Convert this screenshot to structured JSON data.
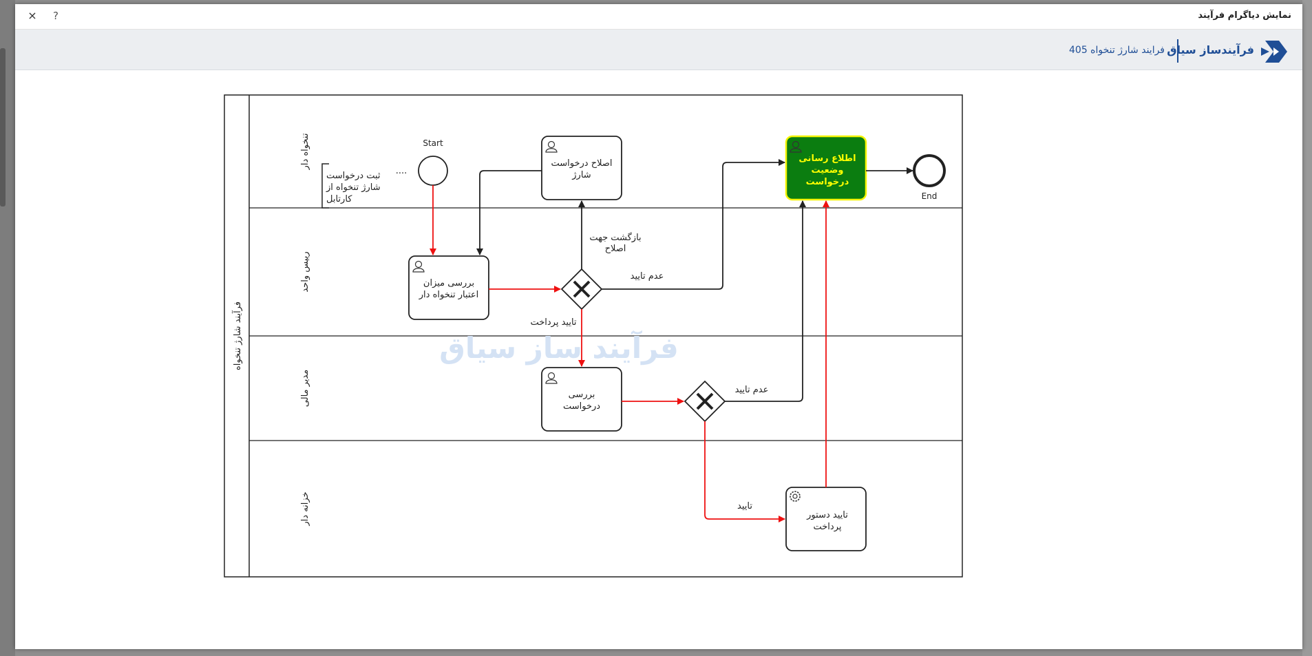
{
  "dialog": {
    "title": "نمایش دیاگرام فرآیند",
    "close_label": "×",
    "help_label": "?"
  },
  "header": {
    "brand_name": "فرآیندساز سیاق",
    "process_name": "فرایند شارژ تنخواه 405"
  },
  "diagram": {
    "pool_label": "فرآیند شارژ تنخواه",
    "watermark": "فرآیند ساز سیاق",
    "lanes": [
      "تنخواه دار",
      "رییس واحد",
      "مدیر مالی",
      "خزانه دار"
    ],
    "annotation": [
      "ثبت درخواست",
      "شارژ تنخواه از",
      "کارتابل"
    ],
    "annotation_dots": "....",
    "start_label": "Start",
    "end_label": "End",
    "tasks": {
      "review_credit": [
        "بررسی میزان",
        "اعتبار تنخواه دار"
      ],
      "fix_request": [
        "اصلاح درخواست",
        "شارژ"
      ],
      "notify_status": [
        "اطلاع رسانی",
        "وضعیت",
        "درخواست"
      ],
      "review_request": [
        "بررسی",
        "درخواست"
      ],
      "approve_payment": [
        "تایید دستور",
        "پرداخت"
      ]
    },
    "flows": {
      "return_for_fix": [
        "بازگشت جهت",
        "اصلاح"
      ],
      "reject_1": "عدم تایید",
      "approve_payment": "تایید پرداخت",
      "reject_2": "عدم تایید",
      "approve": "تایید"
    },
    "colors": {
      "highlight_fill": "#0b7d10",
      "highlight_border": "#f5f500",
      "highlight_text": "#ffff00",
      "executed_flow": "#ee1111",
      "normal_flow": "#222222",
      "brand": "#1f4e96"
    }
  }
}
